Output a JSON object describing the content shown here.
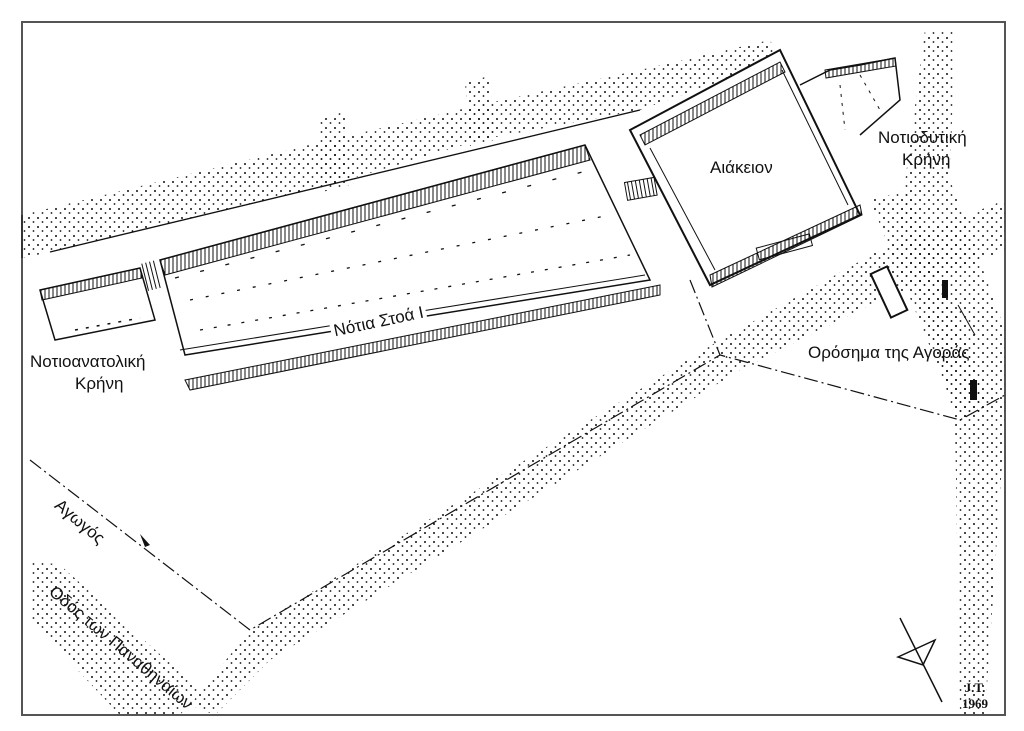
{
  "labels": {
    "aiakeion": "Αιάκειον",
    "southwest_fountain_1": "Νοτιοδυτική",
    "southwest_fountain_2": "Κρήνη",
    "southeast_fountain_1": "Νοτιοανατολική",
    "southeast_fountain_2": "Κρήνη",
    "south_stoa": "Νότια Στοά Ι",
    "boundary_stone": "Ορόσημα της Αγοράς",
    "aqueduct": "Αγωγός",
    "panathenaic_way": "Οδός των Παναθηναίων"
  },
  "signature": {
    "initials": "J.T.",
    "year": "1969"
  },
  "colors": {
    "ink": "#111111",
    "paper": "#ffffff"
  },
  "north_arrow_icon": "north-arrow-icon"
}
